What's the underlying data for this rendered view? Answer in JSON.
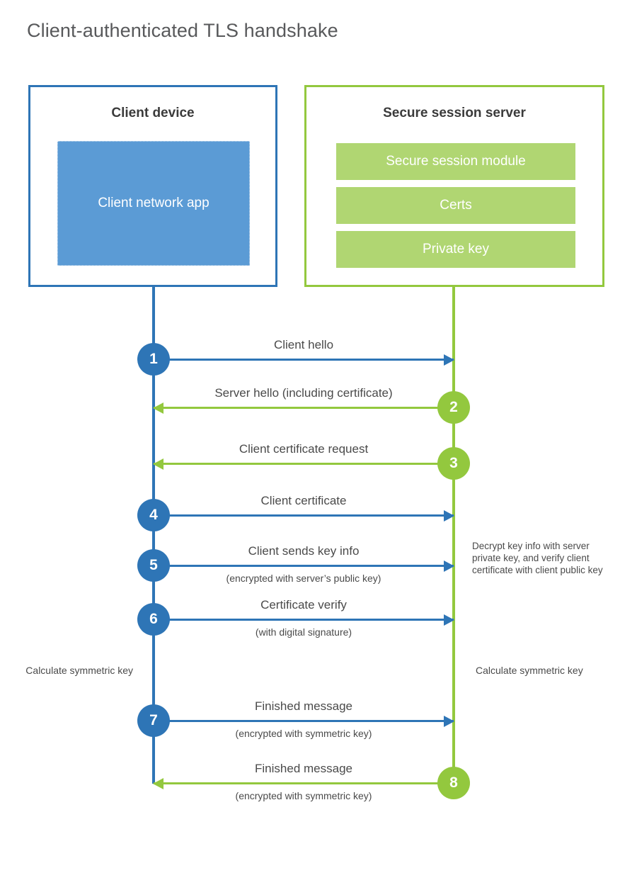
{
  "title": "Client-authenticated TLS handshake",
  "colors": {
    "client_blue": "#2e75b6",
    "client_app_fill": "#5b9bd5",
    "server_green": "#93c83e",
    "server_bar_fill": "#b0d672",
    "text": "#4a4a4a"
  },
  "client_panel": {
    "title": "Client device",
    "app_label": "Client network app"
  },
  "server_panel": {
    "title": "Secure session server",
    "bars": [
      {
        "label": "Secure session module"
      },
      {
        "label": "Certs"
      },
      {
        "label": "Private key"
      }
    ]
  },
  "notes": {
    "server_decrypt": "Decrypt key info with server private key, and verify client certificate with client public key",
    "client_calculate": "Calculate symmetric key",
    "server_calculate": "Calculate symmetric key"
  },
  "steps": [
    {
      "number": "1",
      "label": "Client hello",
      "sublabel": "",
      "direction": "to-server",
      "badge_side": "at-client"
    },
    {
      "number": "2",
      "label": "Server hello (including certificate)",
      "sublabel": "",
      "direction": "to-client",
      "badge_side": "at-server"
    },
    {
      "number": "3",
      "label": "Client certificate request",
      "sublabel": "",
      "direction": "to-client",
      "badge_side": "at-server"
    },
    {
      "number": "4",
      "label": "Client certificate",
      "sublabel": "",
      "direction": "to-server",
      "badge_side": "at-client"
    },
    {
      "number": "5",
      "label": "Client sends key info",
      "sublabel": "(encrypted with server’s public key)",
      "direction": "to-server",
      "badge_side": "at-client"
    },
    {
      "number": "6",
      "label": "Certificate verify",
      "sublabel": "(with digital signature)",
      "direction": "to-server",
      "badge_side": "at-client"
    },
    {
      "number": "7",
      "label": "Finished message",
      "sublabel": "(encrypted with symmetric key)",
      "direction": "to-server",
      "badge_side": "at-client"
    },
    {
      "number": "8",
      "label": "Finished message",
      "sublabel": "(encrypted with symmetric key)",
      "direction": "to-client",
      "badge_side": "at-server"
    }
  ]
}
